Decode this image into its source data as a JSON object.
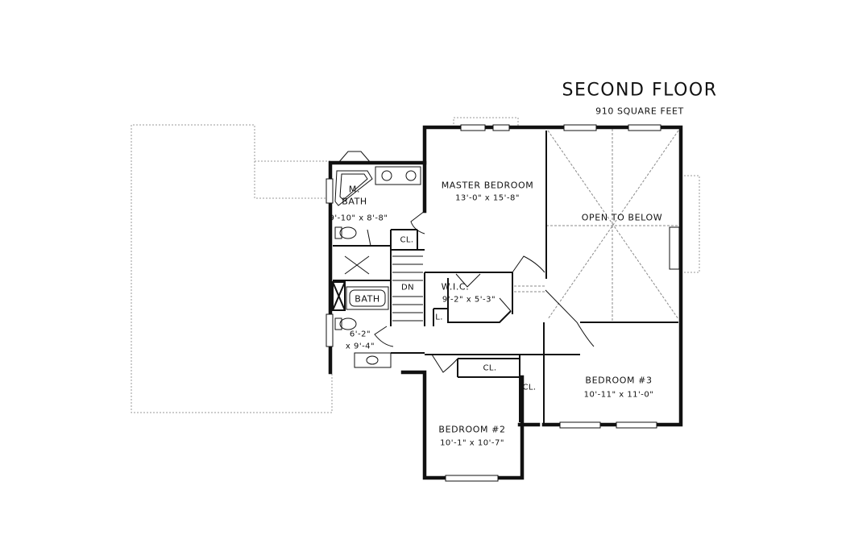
{
  "plan": {
    "title": "SECOND FLOOR",
    "area": "910 SQUARE FEET"
  },
  "rooms": {
    "master_bedroom": {
      "name": "MASTER BEDROOM",
      "dims": "13'-0\" x 15'-8\""
    },
    "master_bath": {
      "name_line1": "M.",
      "name_line2": "BATH",
      "dims": "9'-10\" x 8'-8\""
    },
    "open_to_below": {
      "name": "OPEN TO BELOW"
    },
    "wic": {
      "name": "W.I.C.",
      "dims": "9'-2\" x 5'-3\""
    },
    "bath": {
      "name": "BATH",
      "dims_line1": "6'-2\"",
      "dims_line2": "x 9'-4\""
    },
    "bedroom_3": {
      "name": "BEDROOM #3",
      "dims": "10'-11\" x 11'-0\""
    },
    "bedroom_2": {
      "name": "BEDROOM #2",
      "dims": "10'-1\" x 10'-7\""
    },
    "closet_master": {
      "name": "CL."
    },
    "closet_bed2": {
      "name": "CL."
    },
    "closet_bed3": {
      "name": "CL."
    },
    "linen": {
      "name": "L."
    },
    "stair": {
      "name": "DN"
    }
  }
}
